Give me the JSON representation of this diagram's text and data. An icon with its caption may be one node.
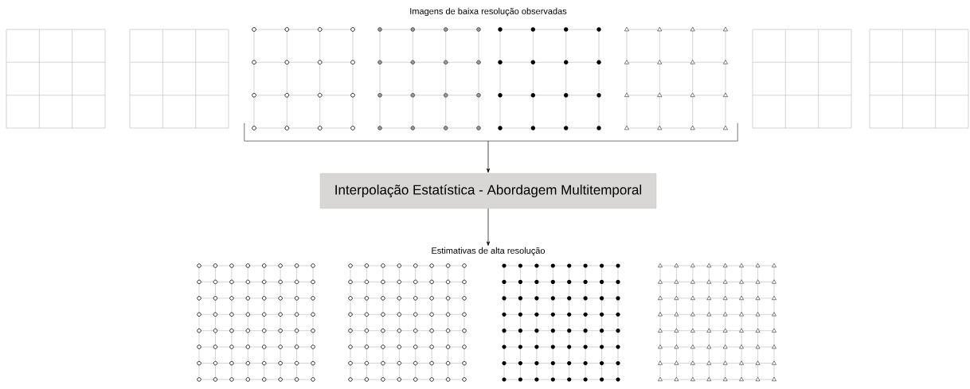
{
  "diagram": {
    "nodes": [
      {
        "text": [],
        "shape": "bracket"
      },
      {
        "text": [
          "Interpolação Estatística - Abordagem Multitemporal"
        ]
      },
      {
        "text": [
          "Estimativas de alta resolução"
        ]
      }
    ],
    "edges": [
      {
        "from": 0,
        "to": 1,
        "arrow": "to"
      },
      {
        "from": 1,
        "to": 2,
        "arrow": "to"
      }
    ],
    "labels": [
      "Imagens de baixa resolução observadas"
    ]
  }
}
